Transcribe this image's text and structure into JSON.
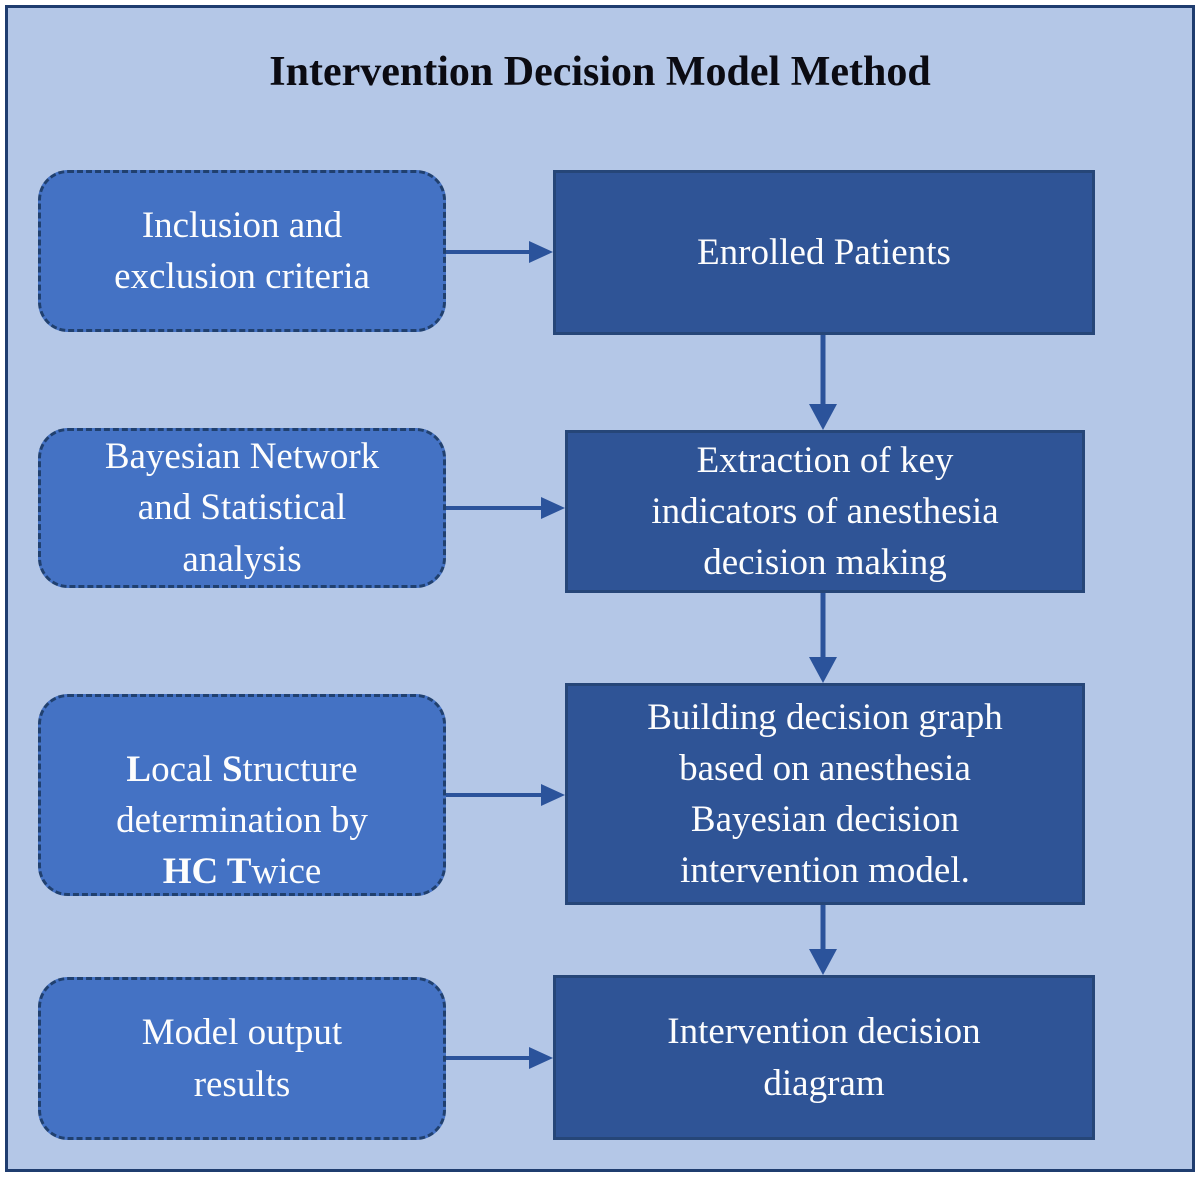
{
  "title": "Intervention Decision Model Method",
  "colors": {
    "background": "#b4c7e7",
    "frame_border": "#1f3d6f",
    "left_box_fill": "#4472c4",
    "left_box_border": "#20406f",
    "right_box_fill": "#2f5496",
    "right_box_border": "#264678",
    "arrow": "#2b539b",
    "title_text": "#0b0b12",
    "box_text": "#fdfdfd"
  },
  "flow": {
    "left_boxes": [
      {
        "id": "inclusion-exclusion",
        "lines": [
          "Inclusion and",
          "exclusion criteria"
        ]
      },
      {
        "id": "bayesian-network",
        "lines": [
          "Bayesian Network",
          "and Statistical",
          "analysis"
        ]
      },
      {
        "id": "local-structure",
        "rich": [
          [
            {
              "t": "L",
              "b": true
            },
            {
              "t": "ocal ",
              "b": false
            },
            {
              "t": "S",
              "b": true
            },
            {
              "t": "tructure",
              "b": false
            }
          ],
          [
            {
              "t": "determination by",
              "b": false
            }
          ],
          [
            {
              "t": "HC T",
              "b": true
            },
            {
              "t": "wice",
              "b": false
            }
          ]
        ]
      },
      {
        "id": "model-output",
        "lines": [
          "Model output",
          "results"
        ]
      }
    ],
    "right_boxes": [
      {
        "id": "enrolled-patients",
        "lines": [
          "Enrolled Patients"
        ]
      },
      {
        "id": "extraction-key-indicators",
        "lines": [
          "Extraction of key",
          "indicators of anesthesia",
          "decision making"
        ]
      },
      {
        "id": "building-decision-graph",
        "lines": [
          "Building decision graph",
          "based on anesthesia",
          "Bayesian decision",
          "intervention model."
        ]
      },
      {
        "id": "intervention-decision-diagram",
        "lines": [
          "Intervention decision",
          "diagram"
        ]
      }
    ]
  }
}
